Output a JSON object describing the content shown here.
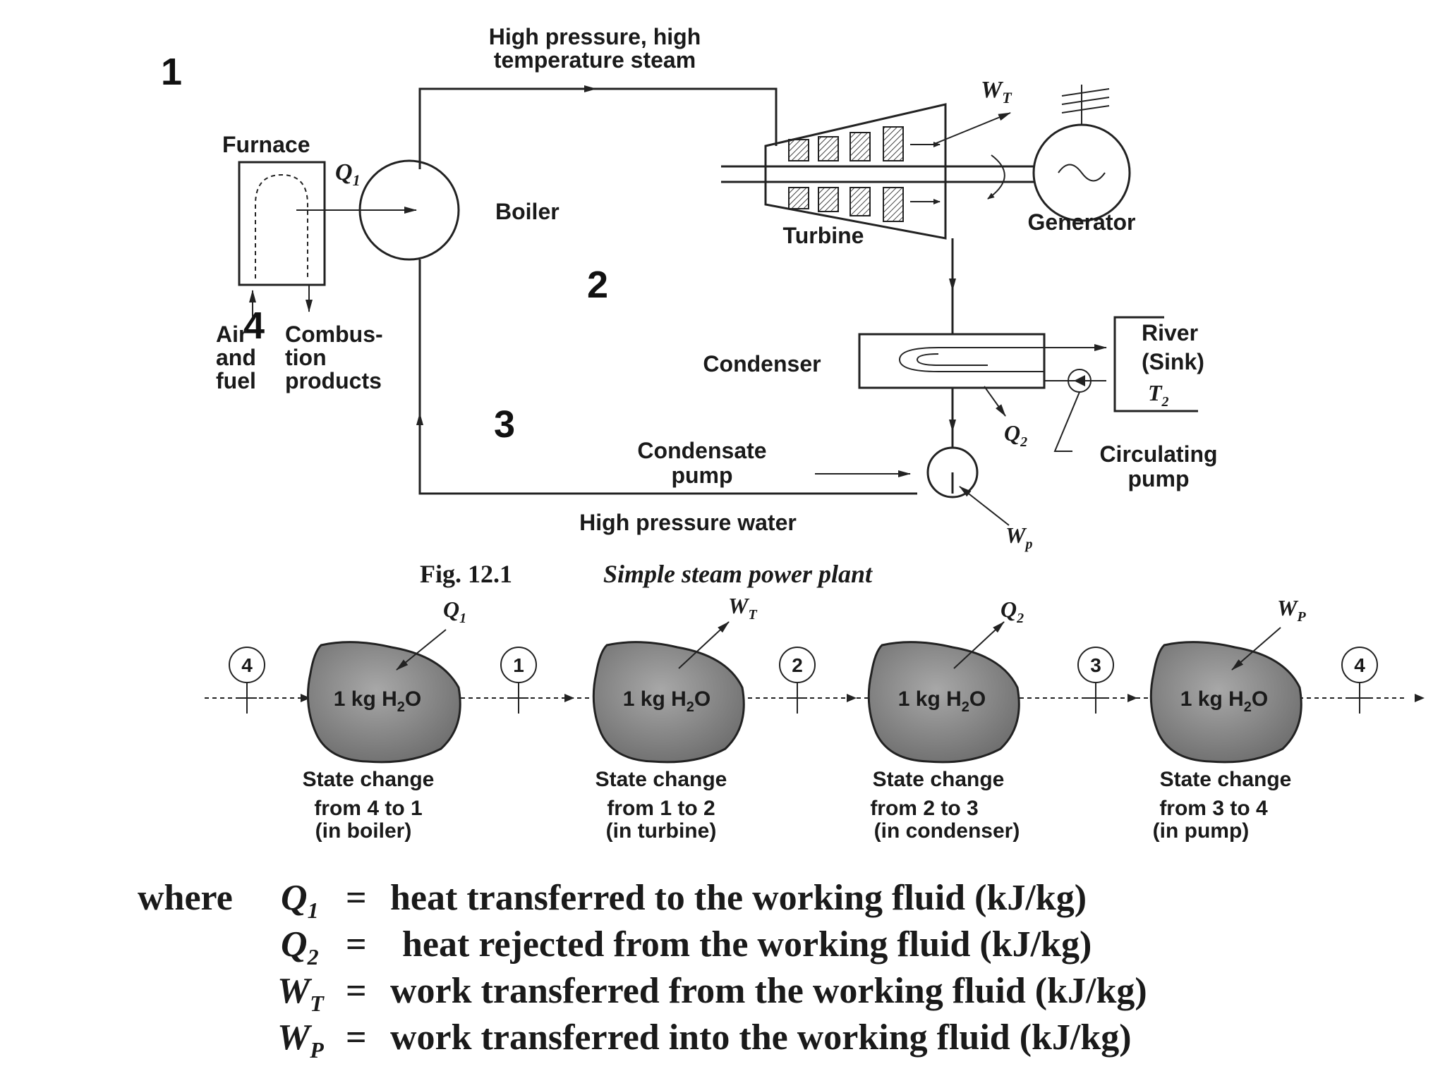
{
  "markers": {
    "m1": "1",
    "m2": "2",
    "m3": "3",
    "m4": "4"
  },
  "plant": {
    "steam_line1": "High pressure, high",
    "steam_line2": "temperature steam",
    "furnace": "Furnace",
    "q1": "Q",
    "q1_sub": "1",
    "boiler": "Boiler",
    "turbine": "Turbine",
    "wt": "W",
    "wt_sub": "T",
    "generator": "Generator",
    "air1": "Air",
    "air2": "and",
    "air3": "fuel",
    "comb1": "Combus-",
    "comb2": "tion",
    "comb3": "products",
    "condenser": "Condenser",
    "river": "River",
    "sink": "(Sink)",
    "t2": "T",
    "t2_sub": "2",
    "q2": "Q",
    "q2_sub": "2",
    "cond_pump1": "Condensate",
    "cond_pump2": "pump",
    "circ_pump1": "Circulating",
    "circ_pump2": "pump",
    "hp_water": "High pressure water",
    "wp": "W",
    "wp_sub": "p"
  },
  "caption": {
    "fig": "Fig. 12.1",
    "title": "Simple steam power plant"
  },
  "process": {
    "states": [
      "4",
      "1",
      "2",
      "3",
      "4"
    ],
    "blob_label": "1 kg H",
    "blob_sub": "2",
    "blob_tail": "O",
    "arrow_labels": [
      {
        "sym": "Q",
        "sub": "1"
      },
      {
        "sym": "W",
        "sub": "T"
      },
      {
        "sym": "Q",
        "sub": "2"
      },
      {
        "sym": "W",
        "sub": "P"
      }
    ],
    "steps": [
      {
        "line1": "State change",
        "line2": "from 4 to 1",
        "line3": "(in boiler)"
      },
      {
        "line1": "State change",
        "line2": "from 1 to 2",
        "line3": "(in turbine)"
      },
      {
        "line1": "State change",
        "line2": "from 2 to 3",
        "line3": "(in condenser)"
      },
      {
        "line1": "State change",
        "line2": "from 3 to 4",
        "line3": "(in pump)"
      }
    ]
  },
  "legend": {
    "where": "where",
    "rows": [
      {
        "sym": "Q",
        "sub": "1",
        "eq": "=",
        "text": "heat transferred to the working fluid (kJ/kg)"
      },
      {
        "sym": "Q",
        "sub": "2",
        "eq": "=",
        "text": "heat rejected from the working fluid (kJ/kg)"
      },
      {
        "sym": "W",
        "sub": "T",
        "eq": "=",
        "text": "work transferred from the working fluid (kJ/kg)"
      },
      {
        "sym": "W",
        "sub": "P",
        "eq": "=",
        "text": "work transferred into the working fluid (kJ/kg)"
      }
    ]
  }
}
